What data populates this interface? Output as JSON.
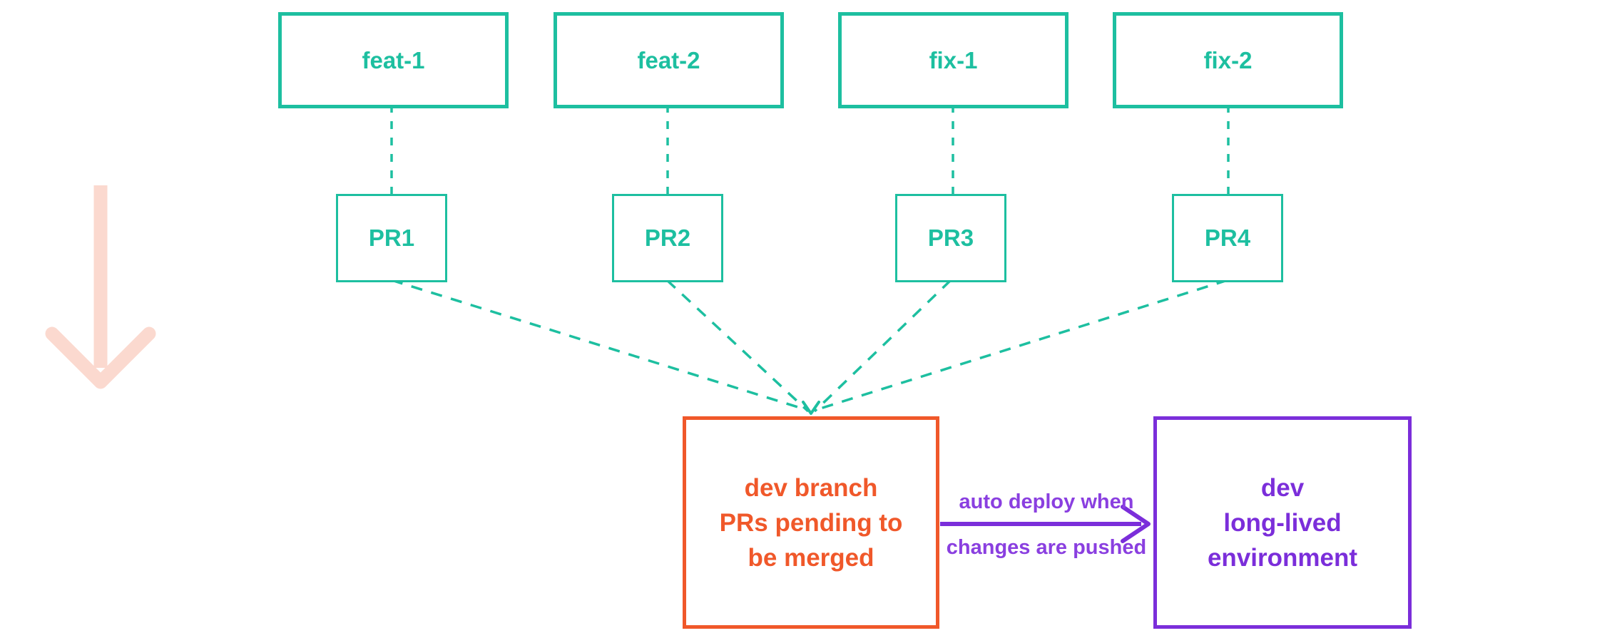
{
  "diagram": {
    "feature_branches": [
      {
        "label": "feat-1"
      },
      {
        "label": "feat-2"
      },
      {
        "label": "fix-1"
      },
      {
        "label": "fix-2"
      }
    ],
    "pull_requests": [
      {
        "label": "PR1"
      },
      {
        "label": "PR2"
      },
      {
        "label": "PR3"
      },
      {
        "label": "PR4"
      }
    ],
    "dev_branch": {
      "title_strong": "dev",
      "title_rest": "branch",
      "subtitle_line1": "PRs pending to",
      "subtitle_line2": "be merged"
    },
    "dev_environment": {
      "title": "dev",
      "subtitle_line1": "long-lived",
      "subtitle_line2": "environment"
    },
    "deploy_arrow": {
      "label_line1": "auto deploy when",
      "label_line2": "changes are pushed"
    },
    "colors": {
      "teal": "#1dbfa0",
      "orange": "#f0582a",
      "purple": "#7b2eda",
      "purple_light": "#8a3fe0",
      "pink": "#fbd9cf"
    }
  }
}
